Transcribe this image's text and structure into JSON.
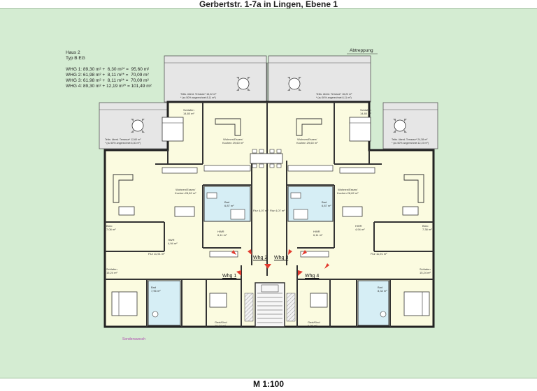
{
  "title": "Gerbertstr. 1-7a in Lingen, Ebene 1",
  "scale": "M 1:100",
  "info": {
    "haus": "Haus 2",
    "typ": "Typ B   EG",
    "rows": [
      "WHG 1: 89,30 m² +  6,30 m²* =  95,60 m²",
      "WHG 2: 61,98 m² +  8,11 m²* =  70,09 m²",
      "WHG 3: 61,98 m² +  8,11 m²* =  70,09 m²",
      "WHG 4: 89,30 m² + 12,19 m²* = 101,49 m²"
    ]
  },
  "abtreppung": "Abtreppung",
  "sonderwunsch": "Sonderwunsch",
  "units": {
    "w1": "Whg 1",
    "w2": "Whg 2",
    "w3": "Whg 3",
    "w4": "Whg 4"
  },
  "rooms": {
    "schlafen_tl": "Schlafen\n14,80 m²",
    "schlafen_tr": "Schlafen\n14,80 m²",
    "wohnen_tl": "Wohnen/Essen/\nKochen 29,60 m²",
    "wohnen_tr": "Wohnen/Essen/\nKochen 29,60 m²",
    "wohnen_ml": "Wohnen/Essen/\nKochen 28,82 m²",
    "wohnen_mr": "Wohnen/Essen/\nKochen 28,82 m²",
    "bad_ml": "Bad\n6,87 m²",
    "bad_mr": "Bad\n6,87 m²",
    "hwr_l": "HWR\n6,11 m²",
    "hwr_r": "HWR\n6,11 m²",
    "hwr_sl": "HWR\n4,94 m²",
    "hwr_sr": "HWR\n4,94 m²",
    "buero_l": "Büro\n7,08 m²",
    "buero_r": "Büro\n7,38 m²",
    "schlafen_bl": "Schlafen\n15,24 m²",
    "schlafen_br": "Schlafen\n15,24 m²",
    "bad_bl": "Bad\n7,96 m²",
    "bad_br": "Bad\n8,34 m²",
    "gast_l": "Gast/Kind\n10,24 m²",
    "gast_r": "Gast/Kind\n9,86 m²",
    "flur_l": "Flur 11,91 m²",
    "flur_r": "Flur 11,91 m²",
    "flur_cl": "Flur 4,07 m²",
    "flur_cr": "Flur 4,07 m²"
  },
  "terraces": {
    "t_left": "Teilw. überd. Terrasse* 12,60 m²\n* (zu 50% angerechnet 6,30 m²)",
    "t_top_l": "Teilw. überd. Terrasse* 16,22 m²\n* (zu 50% angerechnet 8,11 m²)",
    "t_top_r": "Teilw. überd. Terrasse* 16,22 m²\n* (zu 50% angerechnet 8,11 m²)",
    "t_right": "Teilw. überd. Terrasse* 24,38 m²\n* (zu 50% angerechnet 12,19 m²)"
  },
  "colors": {
    "sheet": "#d4ecd2",
    "rooms": "#fbfbe0",
    "bath": "#d6eef5",
    "terrace": "#e6e6e6",
    "arrow": "#e23b2e",
    "text": "#222222"
  }
}
